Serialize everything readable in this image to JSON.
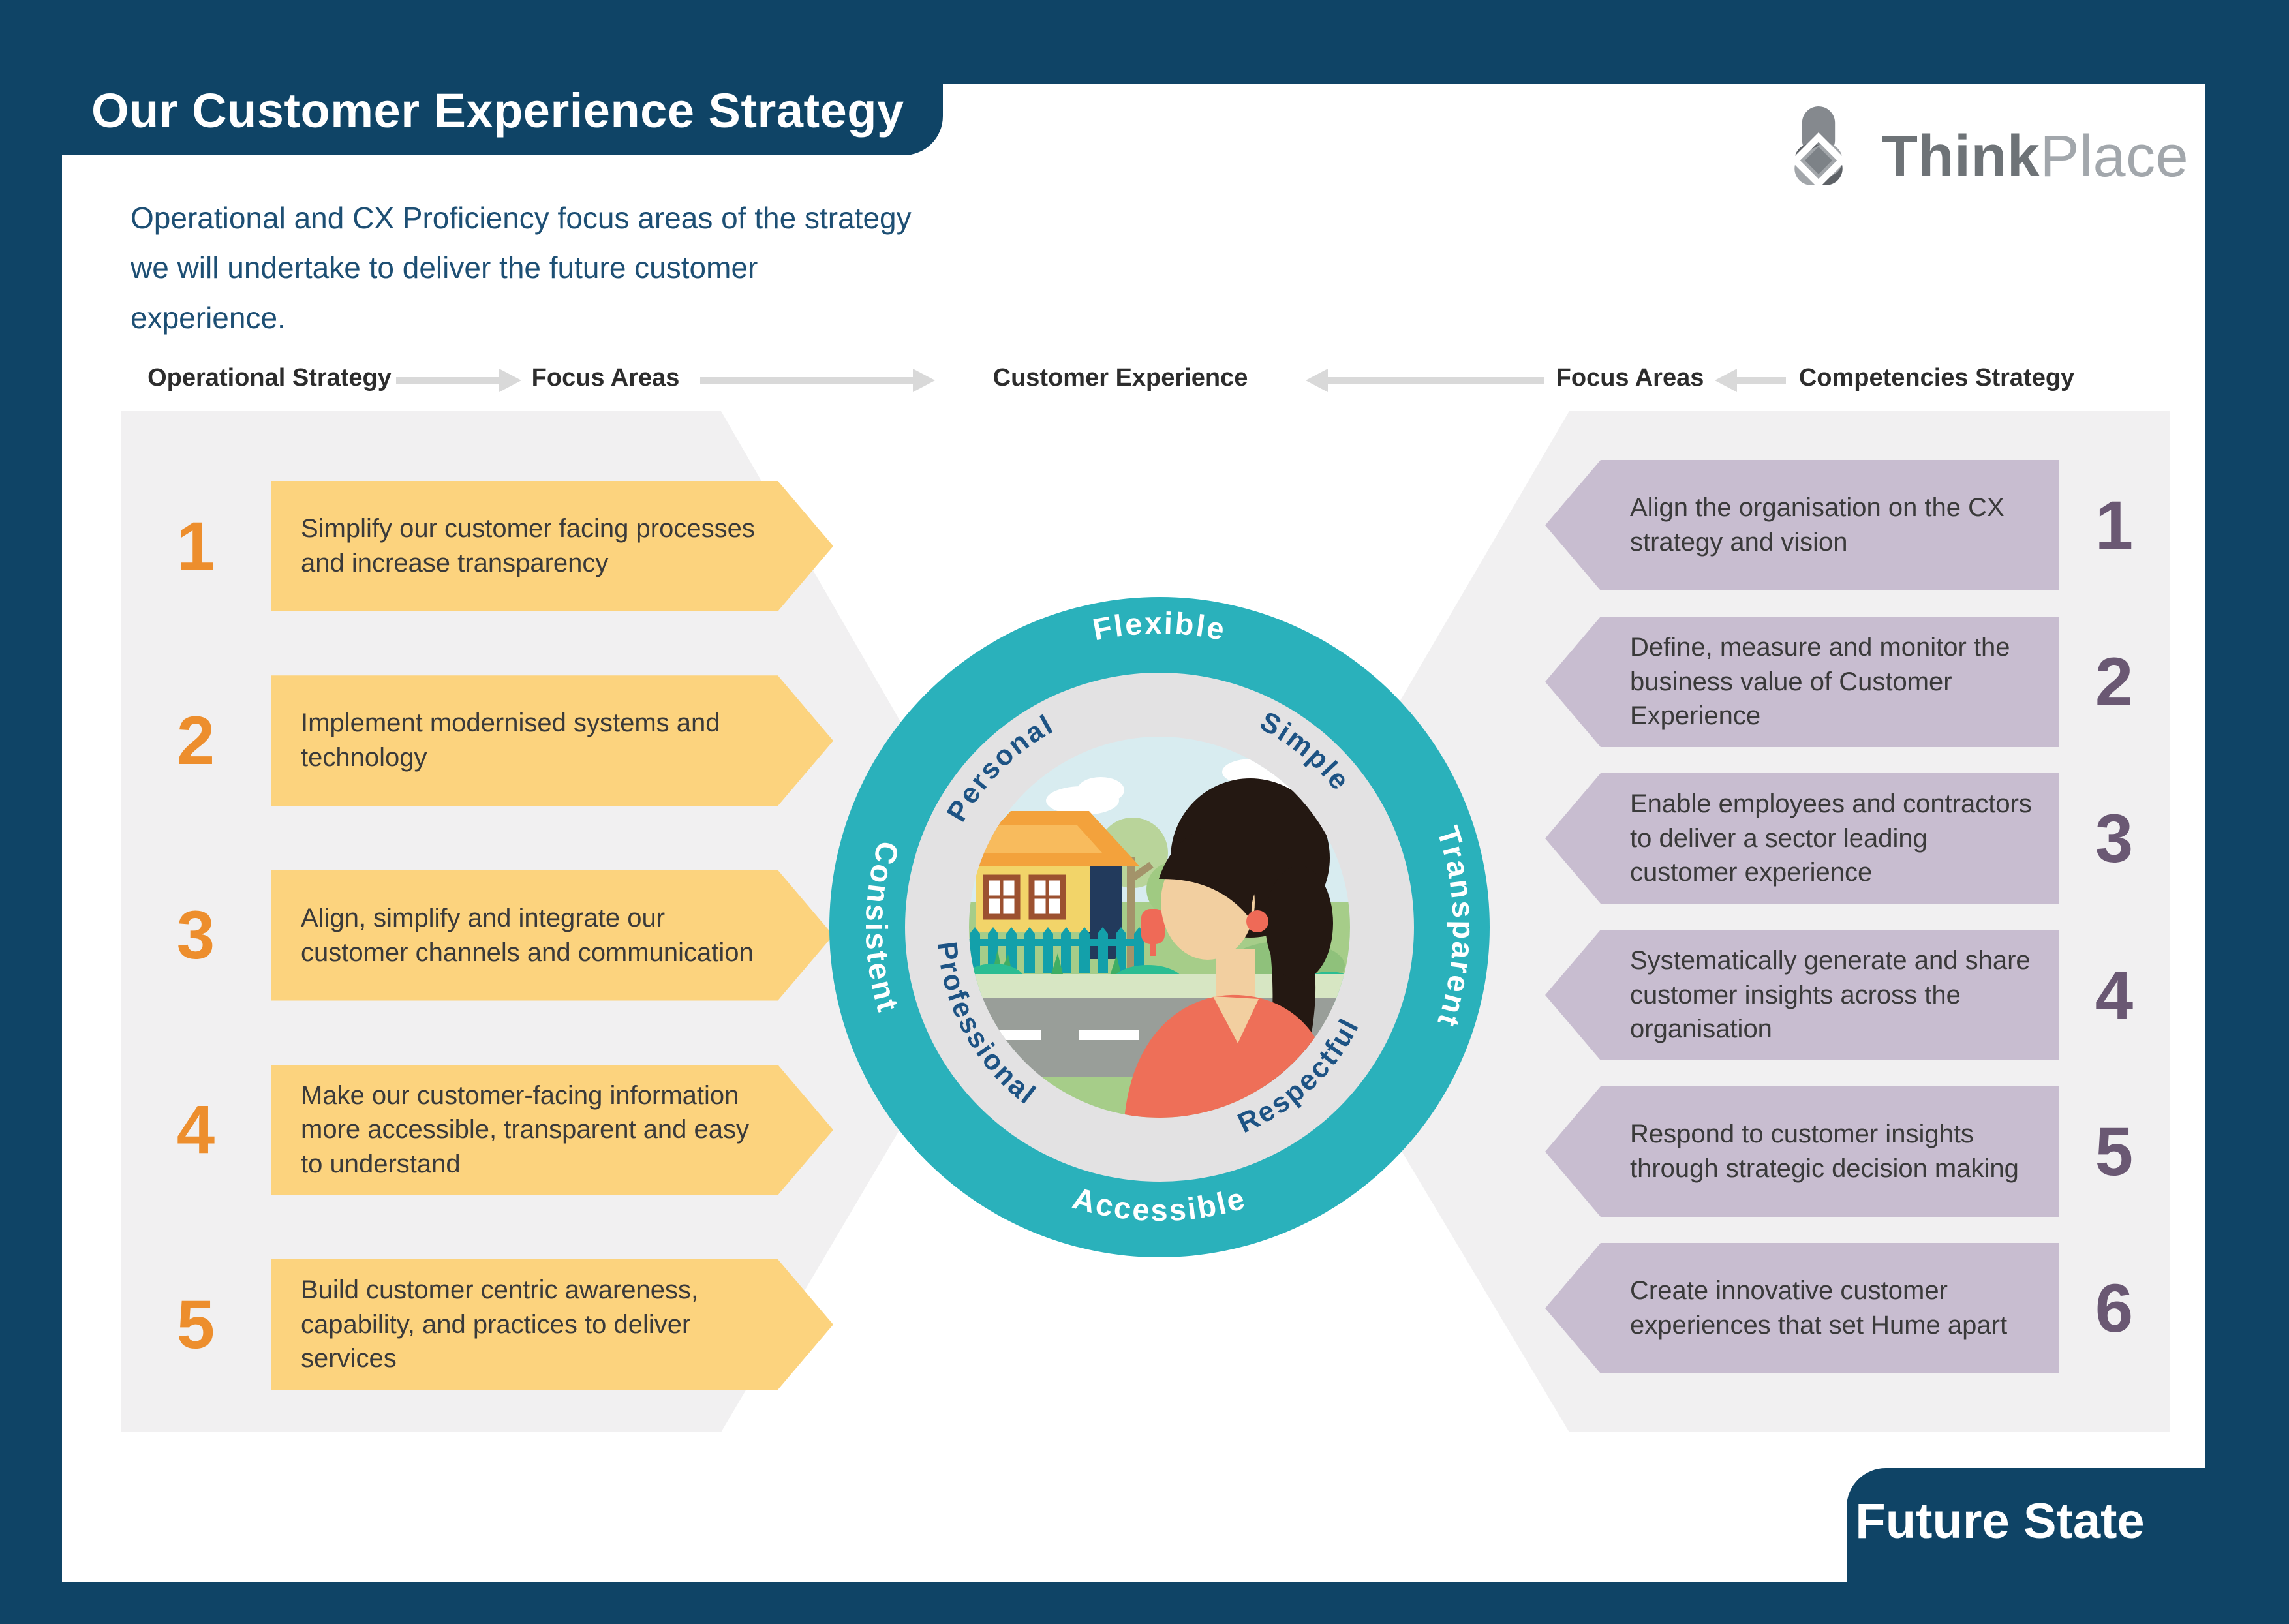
{
  "slide": {
    "title": "Our Customer Experience Strategy",
    "subtitle": "Operational and CX Proficiency focus areas of the strategy we will undertake to deliver the future customer experience.",
    "footer_tab": "Future State"
  },
  "logo": {
    "bold": "Think",
    "light": "Place"
  },
  "flow_header": {
    "operational": "Operational Strategy",
    "focus_left": "Focus Areas",
    "customer_experience": "Customer Experience",
    "focus_right": "Focus Areas",
    "competencies": "Competencies Strategy"
  },
  "operational_items": [
    {
      "num": "1",
      "text": "Simplify our customer facing processes and increase transparency"
    },
    {
      "num": "2",
      "text": "Implement modernised systems and technology"
    },
    {
      "num": "3",
      "text": "Align, simplify and integrate our customer channels and communication"
    },
    {
      "num": "4",
      "text": "Make our customer-facing information more accessible, transparent and easy to understand"
    },
    {
      "num": "5",
      "text": "Build customer centric awareness, capability, and practices to deliver services"
    }
  ],
  "competency_items": [
    {
      "num": "1",
      "text": "Align the organisation on the CX strategy and vision"
    },
    {
      "num": "2",
      "text": "Define, measure and monitor the business value of Customer Experience"
    },
    {
      "num": "3",
      "text": "Enable employees and contractors to deliver a sector leading customer experience"
    },
    {
      "num": "4",
      "text": "Systematically generate and share customer insights across the organisation"
    },
    {
      "num": "5",
      "text": "Respond to customer insights through strategic decision making"
    },
    {
      "num": "6",
      "text": "Create innovative customer experiences that set Hume apart"
    }
  ],
  "values_wheel": {
    "outer_ring": [
      "Flexible",
      "Transparent",
      "Accessible",
      "Consistent"
    ],
    "inner_ring": [
      "Personal",
      "Simple",
      "Respectful",
      "Professional"
    ]
  },
  "colors": {
    "navy": "#0f4466",
    "teal": "#2ab1bb",
    "yellow": "#fcd37e",
    "orange": "#ed8e2d",
    "mauve": "#c8bdd0",
    "purple": "#6a5873",
    "band_gray": "#f1f0f1",
    "ring_gray": "#e3e2e3"
  }
}
